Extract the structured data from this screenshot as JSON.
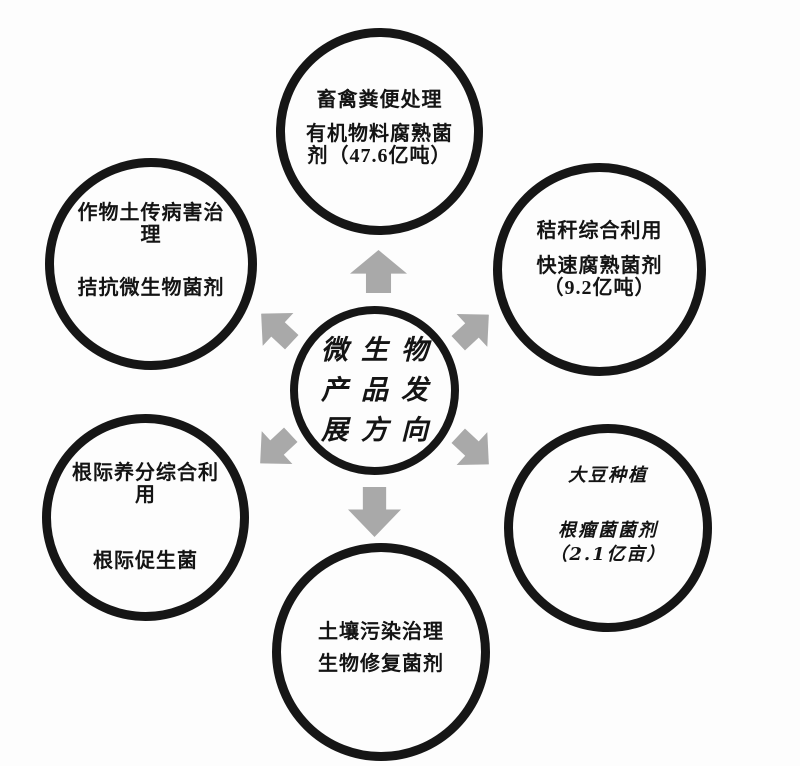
{
  "colors": {
    "background": "#fdfdfd",
    "circle_border": "#161616",
    "arrow": "#a9a9a9",
    "text": "#141414"
  },
  "center_circle": {
    "lines": [
      "微生物",
      "产品发",
      "展方向"
    ]
  },
  "nodes": [
    {
      "key": "livestock-manure-treatment",
      "lines": [
        "畜禽粪便处理",
        "有机物料腐熟菌",
        "剂（47.6亿吨）"
      ]
    },
    {
      "key": "crop-soilborne-disease-control",
      "lines": [
        "作物土传病害治",
        "理",
        "拮抗微生物菌剂"
      ]
    },
    {
      "key": "straw-comprehensive-utilization",
      "lines": [
        "秸秆综合利用",
        "快速腐熟菌剂",
        "（9.2亿吨）"
      ]
    },
    {
      "key": "rhizosphere-nutrient-utilization",
      "lines": [
        "根际养分综合利",
        "用",
        "根际促生菌"
      ]
    },
    {
      "key": "soybean-planting",
      "lines": [
        "大豆种植",
        "根瘤菌菌剂",
        "（2.1亿亩）"
      ]
    },
    {
      "key": "soil-pollution-control",
      "lines": [
        "土壤污染治理",
        "生物修复菌剂"
      ]
    }
  ],
  "arrows": [
    {
      "icon": "arrow-up-icon"
    },
    {
      "icon": "arrow-upper-left-icon"
    },
    {
      "icon": "arrow-upper-right-icon"
    },
    {
      "icon": "arrow-lower-left-icon"
    },
    {
      "icon": "arrow-lower-right-icon"
    },
    {
      "icon": "arrow-down-icon"
    }
  ]
}
